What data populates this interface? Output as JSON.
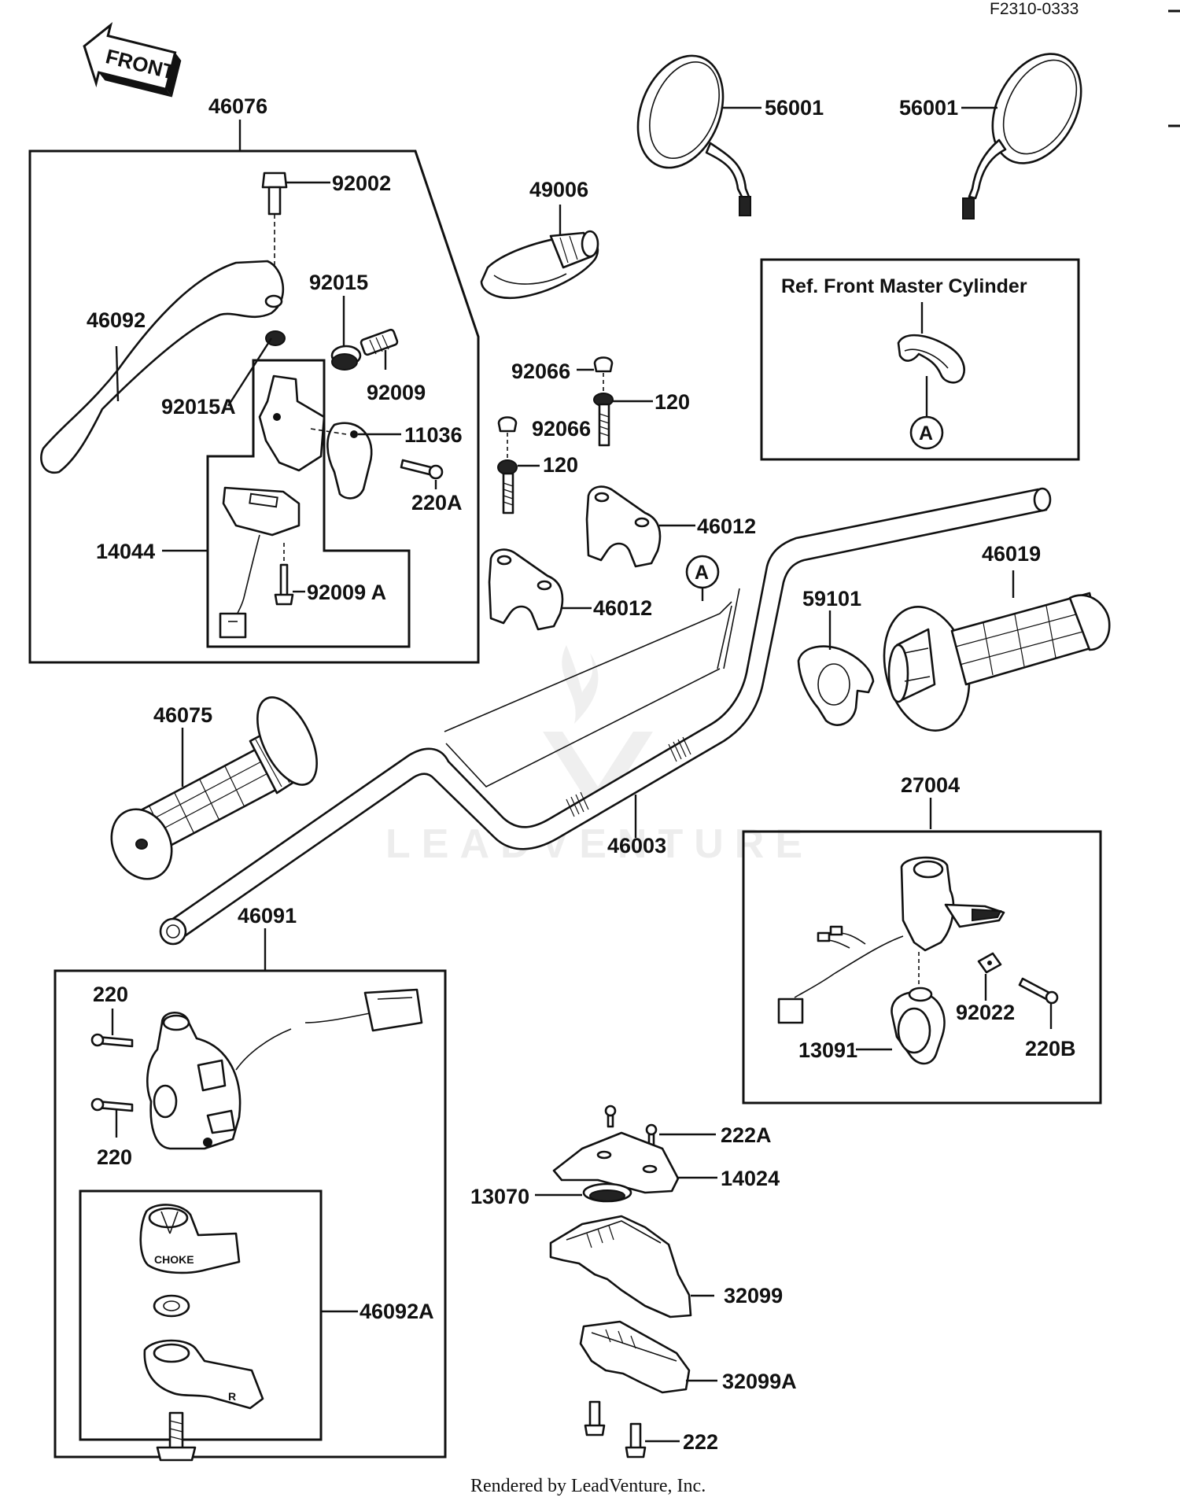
{
  "diagram_code": "F2310-0333",
  "front_indicator": "FRONT",
  "reference_box": {
    "title": "Ref. Front Master Cylinder",
    "marker": "A"
  },
  "handlebar_marker": "A",
  "part_labels": {
    "p46076": "46076",
    "p92002": "92002",
    "p92015": "92015",
    "p46092": "46092",
    "p92015A": "92015A",
    "p92009": "92009",
    "p11036": "11036",
    "p220A": "220A",
    "p14044": "14044",
    "p92009A": "92009 A",
    "p49006": "49006",
    "p56001_left": "56001",
    "p56001_right": "56001",
    "p92066_top": "92066",
    "p120_top": "120",
    "p92066_lower": "92066",
    "p120_lower": "120",
    "p46012_upper": "46012",
    "p46012_lower": "46012",
    "p46019": "46019",
    "p59101": "59101",
    "p46075": "46075",
    "p46003": "46003",
    "p27004": "27004",
    "p92022": "92022",
    "p220B": "220B",
    "p13091": "13091",
    "p46091": "46091",
    "p220_upper": "220",
    "p220_lower": "220",
    "p46092A": "46092A",
    "p222A": "222A",
    "p14024": "14024",
    "p13070": "13070",
    "p32099": "32099",
    "p32099A": "32099A",
    "p222": "222"
  },
  "choke_text": "CHOKE",
  "lever_marking": "R",
  "watermark": "LEADVENTURE",
  "footer": "Rendered by LeadVenture, Inc."
}
